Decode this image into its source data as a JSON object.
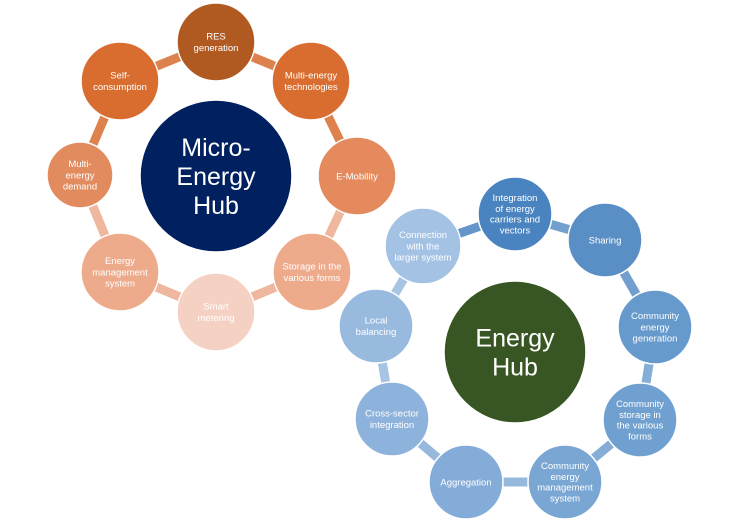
{
  "micro_hub": {
    "title_lines": [
      "Micro-",
      "Energy",
      "Hub"
    ],
    "color": "#002060",
    "nodes": [
      {
        "lines": [
          "RES",
          "generation"
        ],
        "color": "#b05a22"
      },
      {
        "lines": [
          "Multi-energy",
          "technologies"
        ],
        "color": "#d96d2f"
      },
      {
        "lines": [
          "E-Mobility"
        ],
        "color": "#e48a5c"
      },
      {
        "lines": [
          "Storage in the",
          "various forms"
        ],
        "color": "#edab8c"
      },
      {
        "lines": [
          "Smart",
          "metering"
        ],
        "color": "#f5d1c3"
      },
      {
        "lines": [
          "Energy",
          "management",
          "system"
        ],
        "color": "#edab8c"
      },
      {
        "lines": [
          "Multi-",
          "energy",
          "demand"
        ],
        "color": "#e28b5f"
      },
      {
        "lines": [
          "Self-",
          "consumption"
        ],
        "color": "#d96d2f"
      }
    ]
  },
  "energy_hub": {
    "title_lines": [
      "Energy",
      "Hub"
    ],
    "color": "#375623",
    "nodes": [
      {
        "lines": [
          "Integration",
          "of energy",
          "carriers and",
          "vectors"
        ],
        "color": "#4a84c0"
      },
      {
        "lines": [
          "Sharing"
        ],
        "color": "#5a8fc6"
      },
      {
        "lines": [
          "Community",
          "energy",
          "generation"
        ],
        "color": "#6699cc"
      },
      {
        "lines": [
          "Community",
          "storage in",
          "the various",
          "forms"
        ],
        "color": "#70a0d0"
      },
      {
        "lines": [
          "Community",
          "energy",
          "management",
          "system"
        ],
        "color": "#7aa6d4"
      },
      {
        "lines": [
          "Aggregation"
        ],
        "color": "#84acd8"
      },
      {
        "lines": [
          "Cross-sector",
          "integration"
        ],
        "color": "#8db2db"
      },
      {
        "lines": [
          "Local",
          "balancing"
        ],
        "color": "#98badf"
      },
      {
        "lines": [
          "Connection",
          "with the",
          "larger system"
        ],
        "color": "#a4c2e4"
      }
    ]
  }
}
